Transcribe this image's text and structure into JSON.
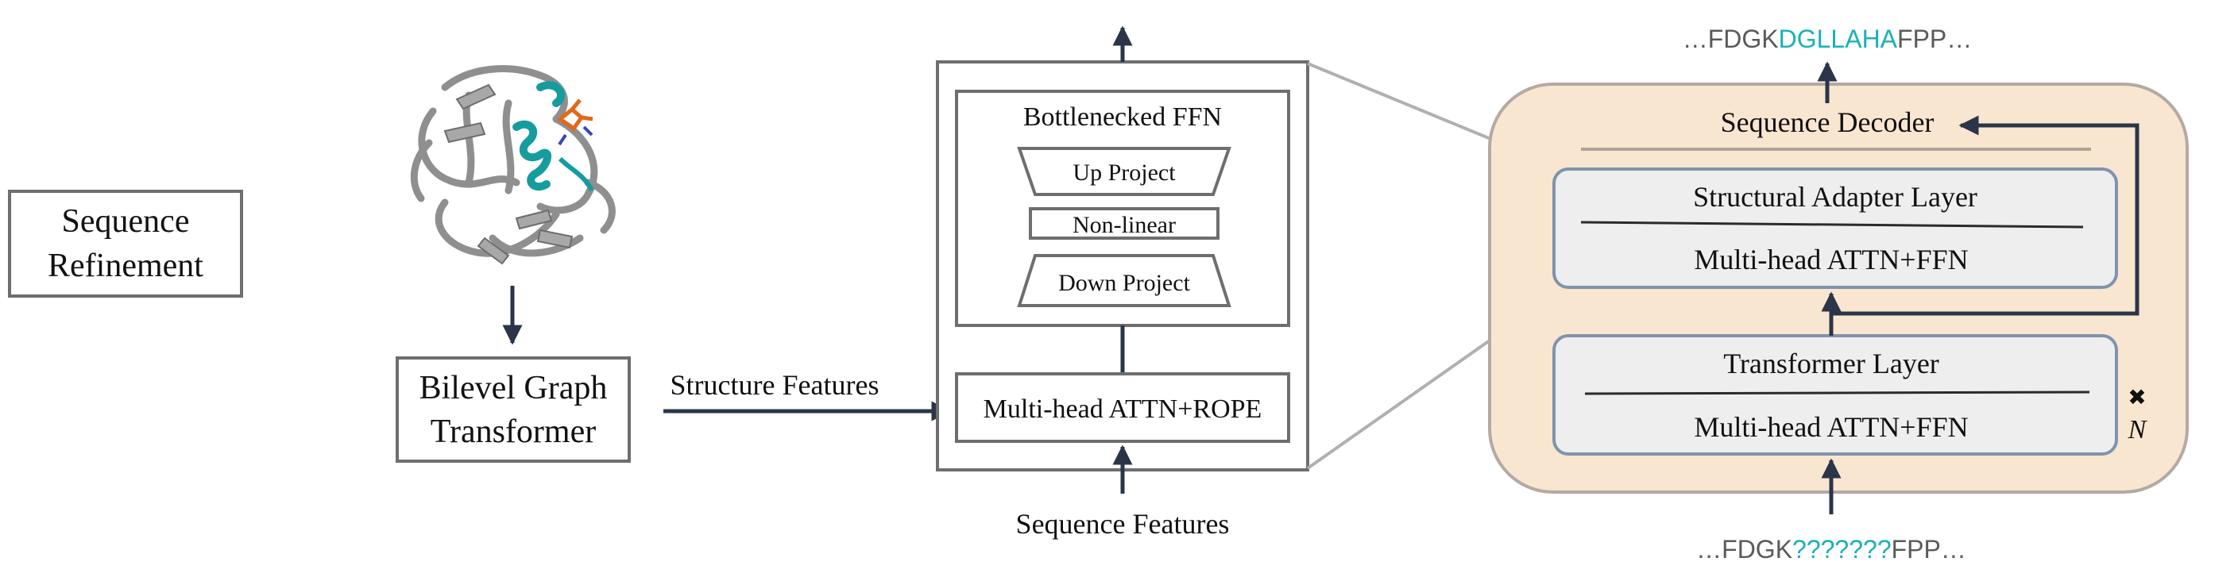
{
  "left_box": {
    "line1": "Sequence",
    "line2": "Refinement"
  },
  "protein_image": {
    "icon": "protein-ribbon-structure",
    "colors": {
      "ribbon": "#9a9a9a",
      "highlight": "#1aa3a3",
      "ligand": "#e06a1a"
    }
  },
  "graph_transformer": {
    "line1": "Bilevel Graph",
    "line2": "Transformer"
  },
  "structure_features_label": "Structure Features",
  "adapter_block": {
    "ffn_title": "Bottlenecked FFN",
    "up_project": "Up Project",
    "non_linear": "Non-linear",
    "down_project": "Down Project",
    "attn_rope": "Multi-head ATTN+ROPE"
  },
  "sequence_features_label": "Sequence Features",
  "decoder": {
    "title": "Sequence Decoder",
    "adapter_layer_title": "Structural Adapter Layer",
    "adapter_layer_sub": "Multi-head ATTN+FFN",
    "transformer_layer_title": "Transformer Layer",
    "transformer_layer_sub": "Multi-head ATTN+FFN",
    "repeat_symbol": "✖",
    "repeat_n": "N",
    "panel_fill": "#f9e6d0",
    "panel_border": "#b3aaa2",
    "layer_fill": "#eeeeee",
    "layer_border": "#7f93ad"
  },
  "output_sequence": {
    "prefix": "…FDGK",
    "highlight": "DGLLAHA",
    "suffix": "FPP…"
  },
  "input_sequence": {
    "prefix": "…FDGK",
    "highlight": "???????",
    "suffix": "FPP…"
  },
  "colors": {
    "arrow": "#2a3548",
    "box_border": "#6e6e6e",
    "teal": "#1ab0b8",
    "gray_text": "#5a5a5a"
  }
}
